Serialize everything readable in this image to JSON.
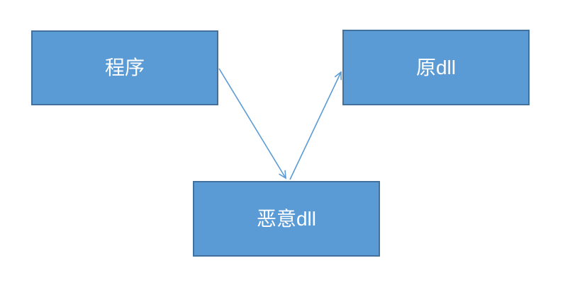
{
  "diagram": {
    "type": "flow-diagram",
    "description_topic": "dll-hijacking-flow",
    "nodes": [
      {
        "id": "program",
        "label": "程序"
      },
      {
        "id": "original-dll",
        "label": "原dll"
      },
      {
        "id": "malicious-dll",
        "label": "恶意dll"
      }
    ],
    "edges": [
      {
        "from": "program",
        "to": "malicious-dll",
        "style": "open-arrow"
      },
      {
        "from": "malicious-dll",
        "to": "original-dll",
        "style": "open-arrow"
      }
    ],
    "colors": {
      "background": "#FFFFFF",
      "node_fill": "#5B9BD5",
      "node_border": "#41719C",
      "edge_stroke": "#5B9BD5",
      "label_text": "#FFFFFF"
    }
  }
}
